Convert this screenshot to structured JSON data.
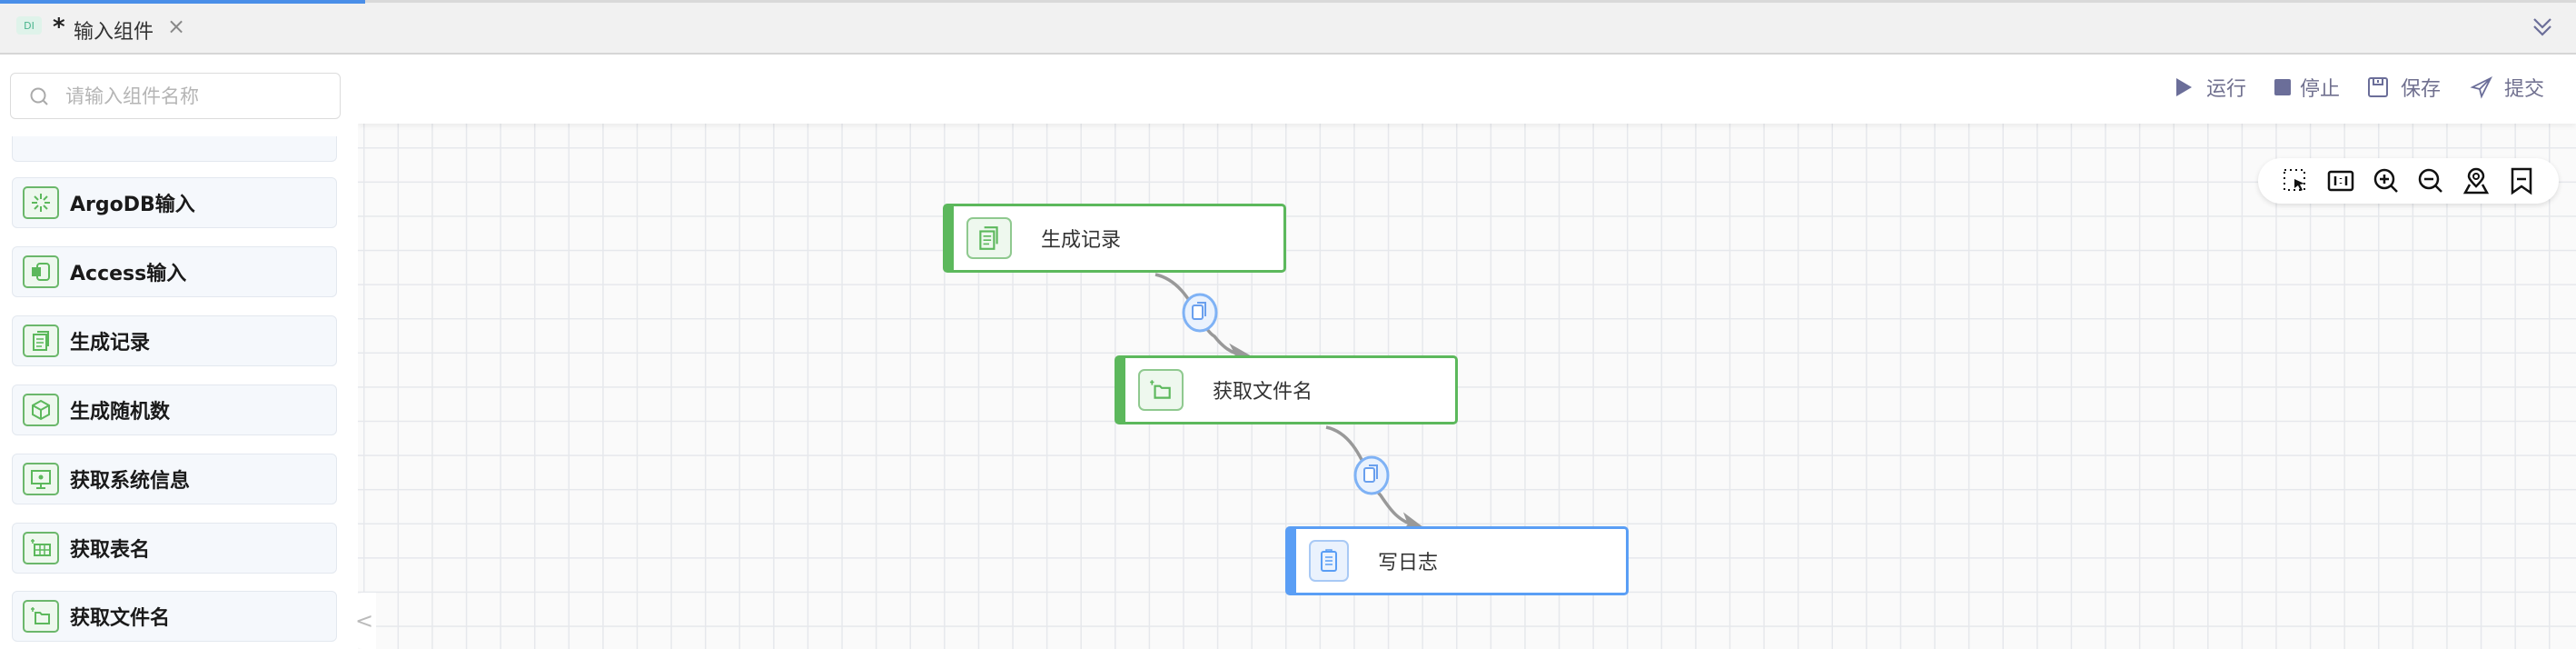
{
  "tab": {
    "badge": "DI",
    "modified_marker": "*",
    "title": "输入组件",
    "close": "×"
  },
  "sidebar": {
    "search_placeholder": "请输入组件名称",
    "items": [
      {
        "label": "ArgoDB输入",
        "icon": "argodb-icon"
      },
      {
        "label": "Access输入",
        "icon": "access-icon"
      },
      {
        "label": "生成记录",
        "icon": "records-icon"
      },
      {
        "label": "生成随机数",
        "icon": "dice-icon"
      },
      {
        "label": "获取系统信息",
        "icon": "monitor-icon"
      },
      {
        "label": "获取表名",
        "icon": "table-icon"
      },
      {
        "label": "获取文件名",
        "icon": "folder-icon"
      }
    ],
    "collapse": "<"
  },
  "toolbar": {
    "run": "运行",
    "stop": "停止",
    "save": "保存",
    "submit": "提交"
  },
  "canvas_tools": [
    "box-select-icon",
    "actual-size-icon",
    "zoom-in-icon",
    "zoom-out-icon",
    "locate-icon",
    "bookmark-icon"
  ],
  "nodes": [
    {
      "label": "生成记录",
      "color": "#5cb85c"
    },
    {
      "label": "获取文件名",
      "color": "#5cb85c"
    },
    {
      "label": "写日志",
      "color": "#5a9ef5"
    }
  ]
}
